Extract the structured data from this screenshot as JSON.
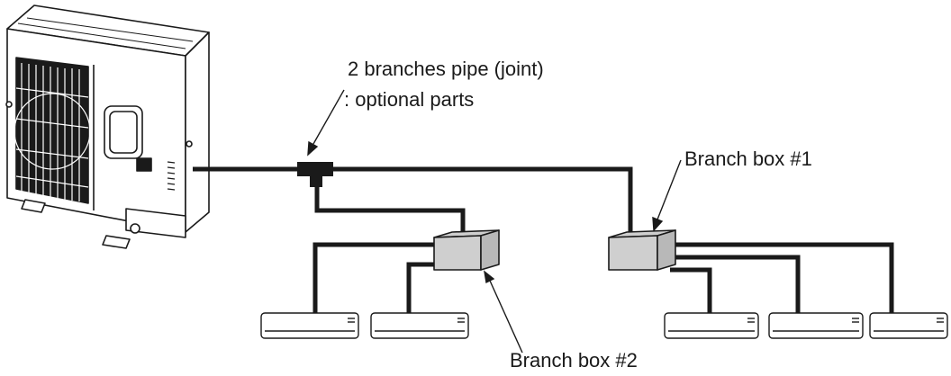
{
  "labels": {
    "joint_line1": "2 branches pipe (joint)",
    "joint_line2": ": optional parts",
    "branch_box_1": "Branch box #1",
    "branch_box_2": "Branch box #2"
  },
  "colors": {
    "pipe": "#1a1a1a",
    "box_fill": "#cfcfcf",
    "unit_fill": "#ffffff",
    "outline": "#1a1a1a"
  }
}
